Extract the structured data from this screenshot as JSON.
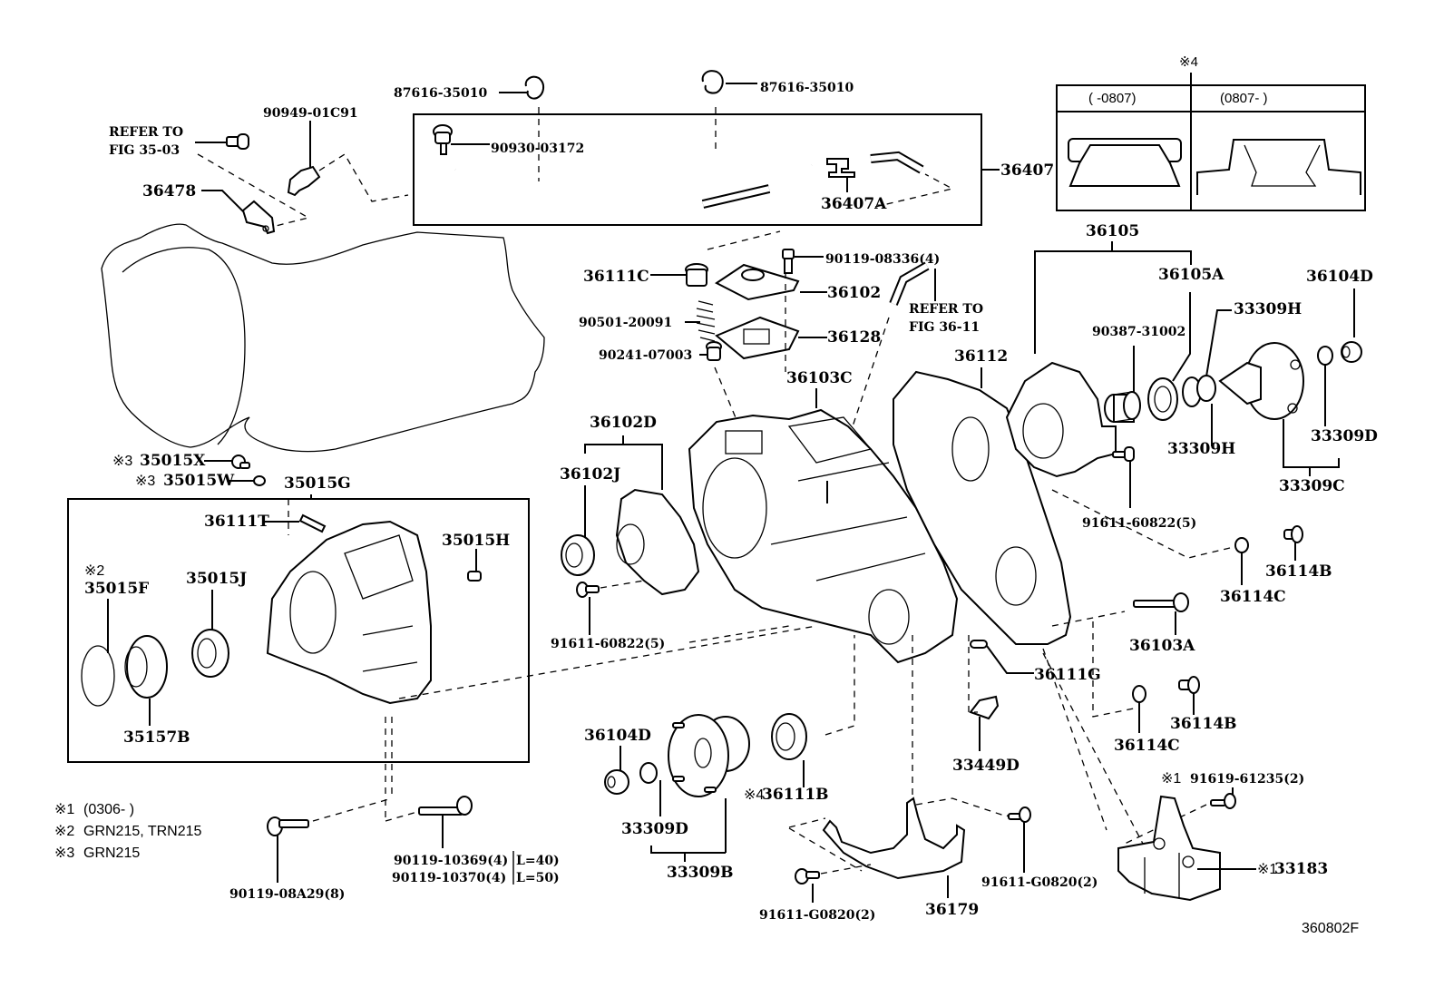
{
  "diagram": {
    "code": "360802F",
    "legend": [
      {
        "mark": "※1",
        "text": "(0306-     )"
      },
      {
        "mark": "※2",
        "text": "GRN215, TRN215"
      },
      {
        "mark": "※3",
        "text": "GRN215"
      }
    ],
    "inset": {
      "mark": "※4",
      "columns": [
        "(    -0807)",
        "(0807-    )"
      ]
    },
    "refer": [
      {
        "line1": "REFER TO",
        "line2": "FIG 35-03"
      },
      {
        "line1": "REFER TO",
        "line2": "FIG 36-11"
      }
    ],
    "parts": {
      "p87616_left": "87616-35010",
      "p87616_right": "87616-35010",
      "p90949": "90949-01C91",
      "p90930": "90930-03172",
      "p36478": "36478",
      "p36407": "36407",
      "p36407A": "36407A",
      "p36105": "36105",
      "p36105A": "36105A",
      "p36104D_right": "36104D",
      "p33309H_top": "33309H",
      "p33309H_bottom": "33309H",
      "p90387": "90387-31002",
      "p33309D_right": "33309D",
      "p33309C": "33309C",
      "p36111C": "36111C",
      "p90119_08336": "90119-08336(4)",
      "p36102": "36102",
      "p90501": "90501-20091",
      "p36128": "36128",
      "p90241": "90241-07003",
      "p36103C": "36103C",
      "p36112": "36112",
      "p36102D": "36102D",
      "p36102J": "36102J",
      "p91611_60822_left": "91611-60822(5)",
      "p91611_60822_right": "91611-60822(5)",
      "p36114B_top": "36114B",
      "p36114C_top": "36114C",
      "p36103A": "36103A",
      "p36111G": "36111G",
      "p36114B_bottom": "36114B",
      "p36114C_bottom": "36114C",
      "p35015X": "35015X",
      "p35015X_mark": "※3",
      "p35015W": "35015W",
      "p35015W_mark": "※3",
      "p35015G": "35015G",
      "p36111T": "36111T",
      "p35015H": "35015H",
      "p35015F": "35015F",
      "p35015F_mark": "※2",
      "p35015J": "35015J",
      "p35157B": "35157B",
      "p36104D_bottom": "36104D",
      "p33309D_bottom": "33309D",
      "p33309B": "33309B",
      "p36111B": "36111B",
      "p36111B_mark": "※4",
      "p33449D": "33449D",
      "p91619": "91619-61235(2)",
      "p91619_mark": "※1",
      "p33183": "33183",
      "p33183_mark": "※1",
      "p91611_G0820_right": "91611-G0820(2)",
      "p91611_G0820_left": "91611-G0820(2)",
      "p36179": "36179",
      "p90119_08A29": "90119-08A29(8)",
      "p90119_10369": "90119-10369(4)",
      "p90119_10370": "90119-10370(4)",
      "len_40": "L=40)",
      "len_50": "L=50)"
    }
  }
}
